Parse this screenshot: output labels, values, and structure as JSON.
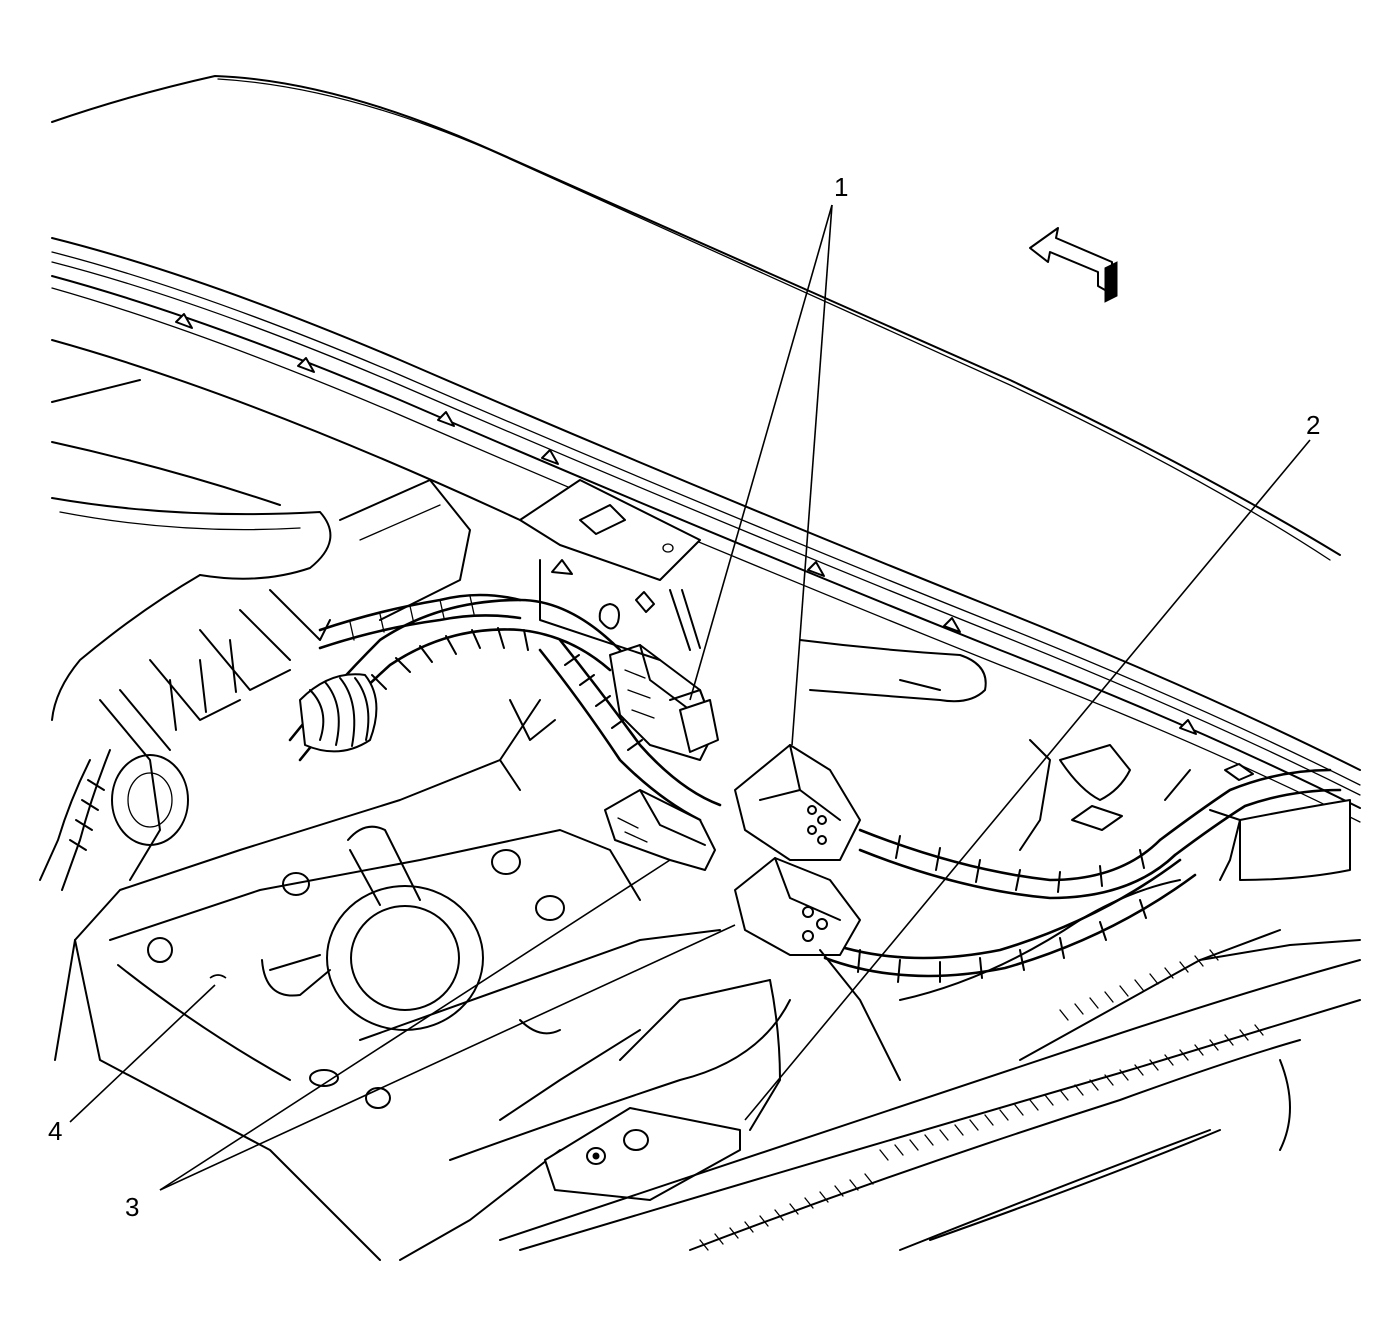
{
  "callouts": [
    {
      "id": "1",
      "label": "1"
    },
    {
      "id": "2",
      "label": "2"
    },
    {
      "id": "3",
      "label": "3"
    },
    {
      "id": "4",
      "label": "4"
    }
  ],
  "icons": {
    "direction_arrow": "forward-direction-arrow-icon"
  },
  "colors": {
    "line": "#000000",
    "background": "#ffffff"
  }
}
